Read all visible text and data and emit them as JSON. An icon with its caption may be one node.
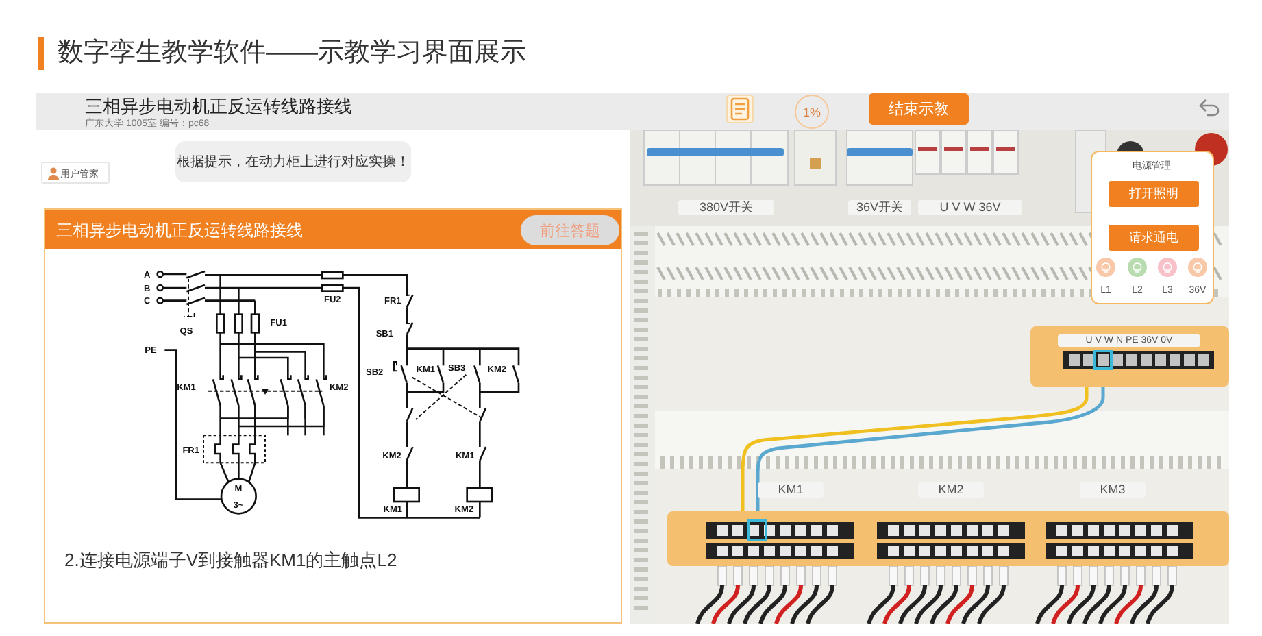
{
  "diagram": {
    "title": "数字孪生教学软件——示教学习界面展示",
    "nodes": [
      {
        "text": [
          "三相异步电动机正反运转线路接线",
          "广东大学 1005室 编号：pc68"
        ]
      },
      {
        "text": [
          "1%"
        ],
        "in": 0
      },
      {
        "text": [
          "结束示教"
        ],
        "in": 0
      },
      {
        "text": [
          "用户管家"
        ]
      },
      {
        "text": [
          "根据提示，在动力柜上进行对应实操！"
        ]
      },
      {
        "text": [
          "三相异步电动机正反运转线路接线",
          "2.连接电源端子V到接触器KM1的主触点L2"
        ]
      },
      {
        "text": [
          "前往答题"
        ],
        "in": 5
      },
      {
        "text": [
          "电源管理"
        ]
      },
      {
        "text": [
          "打开照明"
        ],
        "in": 7
      },
      {
        "text": [
          "请求通电"
        ],
        "in": 7
      },
      {
        "text": [
          "U V W N PE 36V 0V"
        ]
      },
      {
        "text": [],
        "shape": "bar"
      }
    ],
    "edges": [
      {
        "from": 10,
        "to": 11,
        "arrow": "none",
        "color": "#f0c020"
      },
      {
        "from": 10,
        "to": 11,
        "arrow": "none",
        "color": "#5aa8d0"
      }
    ],
    "labels": [
      "A",
      "B",
      "C",
      "QS",
      "FU2",
      "FU1",
      "FR1",
      "SB1",
      "PE",
      "SB2",
      "KM1",
      "SB3",
      "KM2",
      "KM1",
      "KM2",
      "FR1",
      "KM2",
      "KM1",
      "M",
      "3~",
      "KM1",
      "KM2",
      "380V开关",
      "36V开关",
      "U V W 36V",
      "L1",
      "L2",
      "L3",
      "36V",
      "KM1",
      "KM2",
      "KM3"
    ]
  }
}
